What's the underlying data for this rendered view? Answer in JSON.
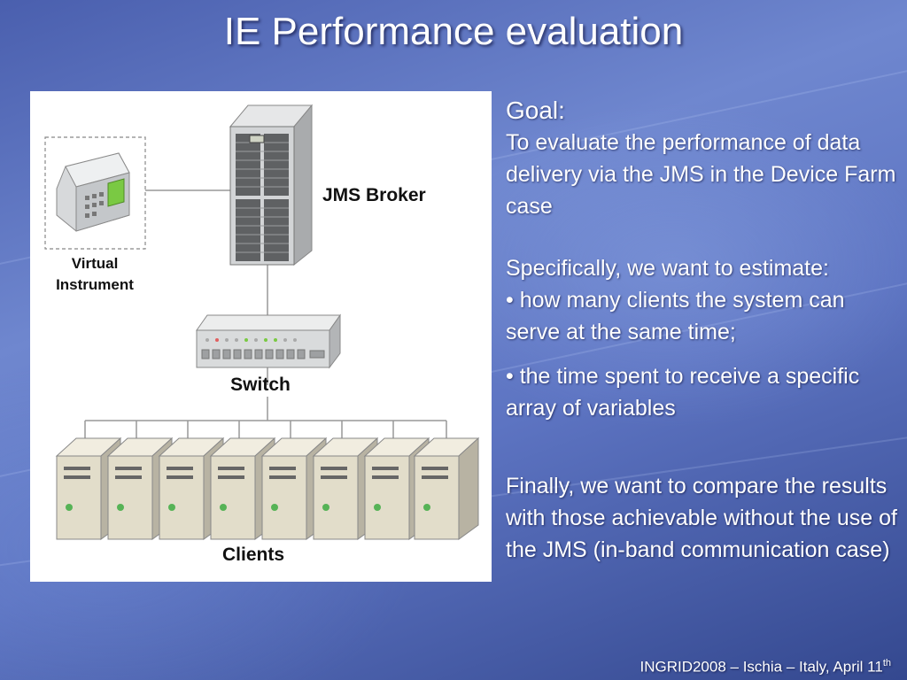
{
  "slide": {
    "title": "IE Performance evaluation",
    "goal_label": "Goal:",
    "goal_text": "To evaluate the performance of data delivery via the JMS in the Device Farm case",
    "estimate_intro": "Specifically, we want to estimate:",
    "bullets": [
      "• how many clients the system can serve at the same time;",
      "• the time spent to receive a specific array of variables"
    ],
    "final_text": "Finally, we want to compare the results with those achievable without the use of the JMS (in-band communication case)",
    "footer": {
      "main": "INGRID2008 – Ischia – Italy, April 11",
      "sup": "th"
    }
  },
  "diagram": {
    "broker_label": "JMS Broker",
    "instrument_label_line1": "Virtual",
    "instrument_label_line2": "Instrument",
    "switch_label": "Switch",
    "clients_label": "Clients",
    "client_count": 8
  }
}
